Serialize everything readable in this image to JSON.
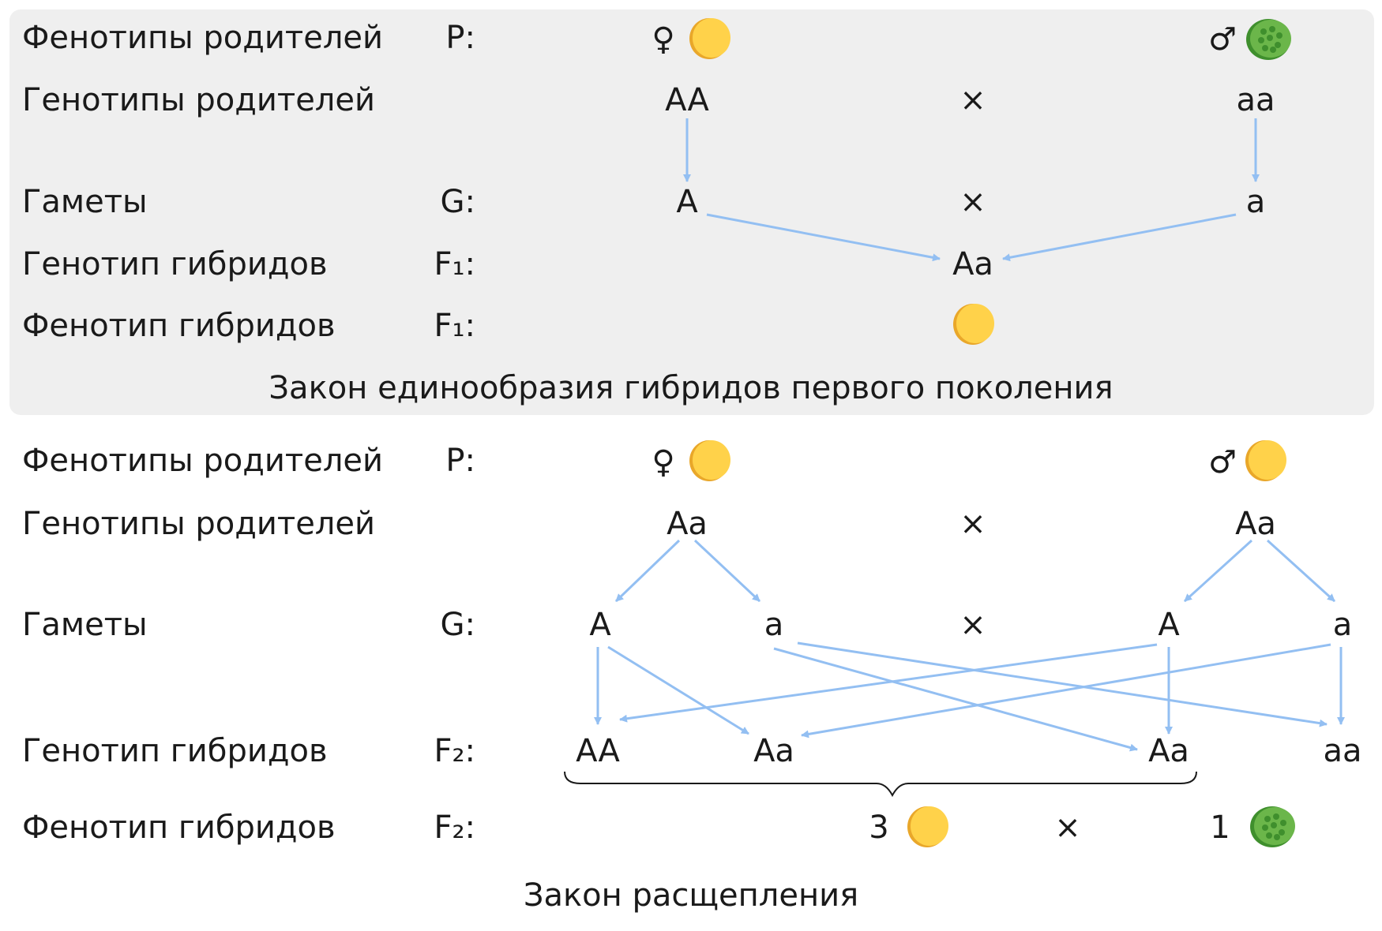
{
  "colors": {
    "panel_background": "#efefef",
    "arrow": "#93bff2",
    "yellow_pea": "#ffd24a",
    "yellow_pea_shade": "#e9a72a",
    "green_pea": "#6bb64a",
    "green_pea_dark": "#3f8f2d"
  },
  "icons": {
    "female": "female-symbol-icon",
    "male": "male-symbol-icon",
    "yellow": "yellow-smooth-pea-icon",
    "green": "green-wrinkled-pea-icon"
  },
  "labels": {
    "parent_phenotypes": "Фенотипы родителей",
    "parent_genotypes": "Генотипы родителей",
    "gametes": "Гаметы",
    "hybrid_genotype": "Генотип гибридов",
    "hybrid_phenotype": "Фенотип гибридов"
  },
  "first_law": {
    "codes": {
      "p": "P:",
      "g": "G:",
      "f1_genotype": "F₁:",
      "f1_phenotype": "F₁:"
    },
    "female_symbol": "♀",
    "male_symbol": "♂",
    "parent_female": "AA",
    "parent_male": "aa",
    "cross_symbol": "×",
    "gamete_female": "A",
    "gamete_male": "a",
    "offspring": "Aa",
    "title": "Закон единообразия гибридов первого поколения"
  },
  "second_law": {
    "codes": {
      "p": "P:",
      "g": "G:",
      "f2_genotype": "F₂:",
      "f2_phenotype": "F₂:"
    },
    "female_symbol": "♀",
    "male_symbol": "♂",
    "parent_female": "Aa",
    "parent_male": "Aa",
    "cross_symbol": "×",
    "gametes_female": [
      "A",
      "a"
    ],
    "gametes_male": [
      "A",
      "a"
    ],
    "offspring": [
      "AA",
      "Aa",
      "Aa",
      "aa"
    ],
    "ratio_dominant": "3",
    "ratio_recessive": "1",
    "title": "Закон расщепления"
  }
}
